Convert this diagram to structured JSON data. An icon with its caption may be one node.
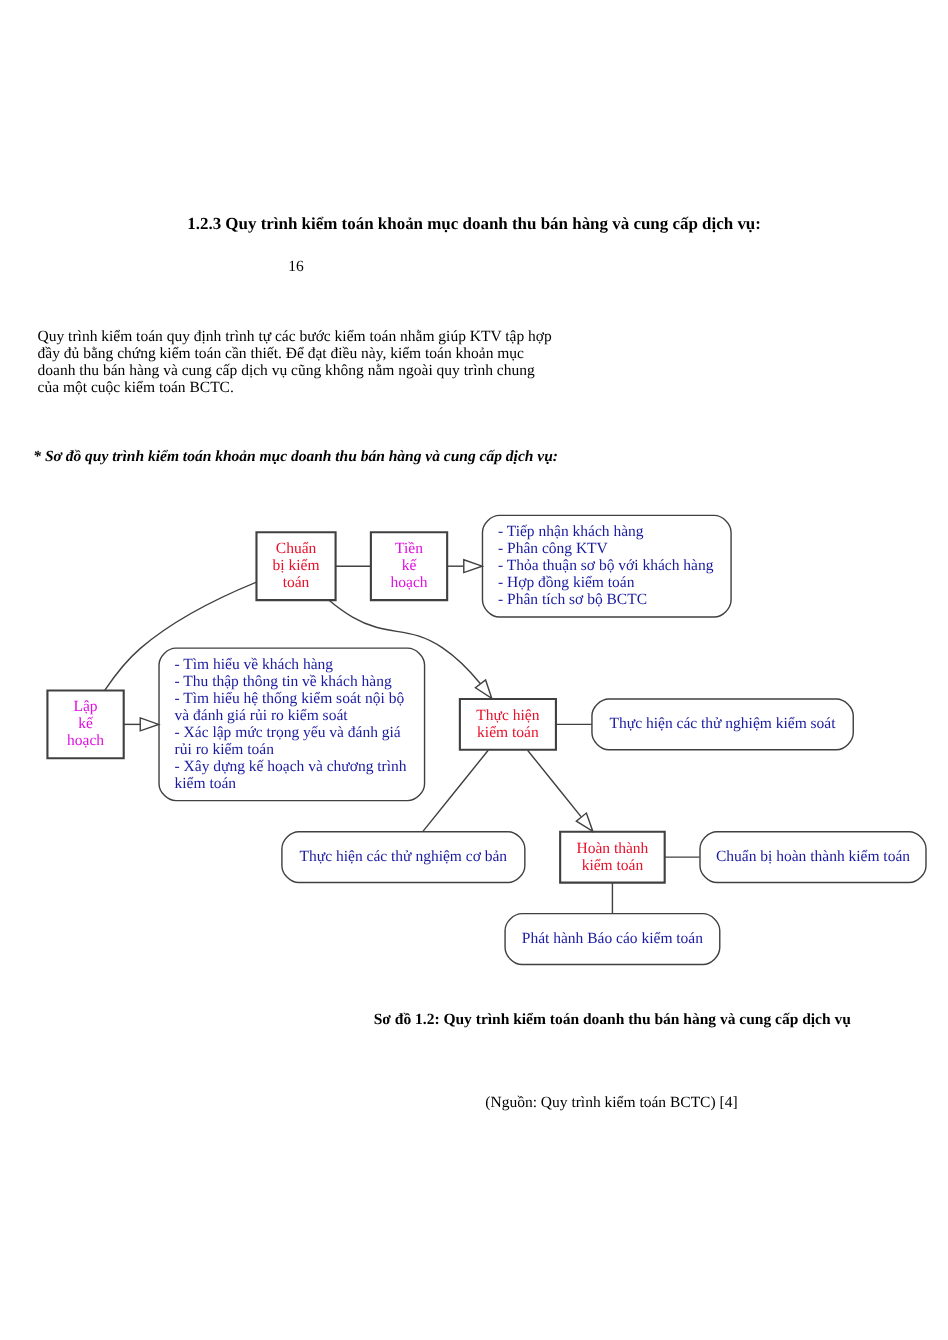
{
  "diagram": {
    "title": "1.2.3 Quy trình kiểm toán khoản mục doanh thu bán hàng và cung cấp dịch vụ:",
    "caption": "Sơ đồ 1.2: Quy trình kiểm toán doanh thu bán hàng và cung cấp dịch vụ",
    "nodes": [
      {
        "text": [
          "Chuẩn bị kiểm toán"
        ]
      },
      {
        "text": [
          "Tiền kế hoạch"
        ]
      },
      {
        "text": [
          "- Tiếp nhận khách hàng",
          "- Phân công KTV",
          "- Thỏa thuận sơ bộ với khách hàng",
          "- Hợp đồng kiểm toán",
          "- Phân tích sơ bộ BCTC"
        ]
      },
      {
        "text": [
          "Lập kế hoạch"
        ]
      },
      {
        "text": [
          "- Tìm hiểu về khách hàng",
          "- Thu thập thông tin về khách hàng",
          "- Tìm hiểu hệ thống kiểm soát nội bộ và đánh giá rủi ro kiểm soát",
          "- Xác lập mức trọng yếu và đánh giá rủi ro kiểm toán",
          "- Xây dựng kế hoạch và chương trình kiểm toán"
        ]
      },
      {
        "text": [
          "Thực hiện kiểm toán"
        ]
      },
      {
        "text": [
          "Thực hiện các thử nghiệm kiểm soát"
        ]
      },
      {
        "text": [
          "Thực hiện các thử nghiệm cơ bản"
        ]
      },
      {
        "text": [
          "Hoàn thành kiểm toán"
        ]
      },
      {
        "text": [
          "Chuẩn bị hoàn thành kiểm toán"
        ]
      },
      {
        "text": [
          "Phát hành Báo cáo kiểm toán"
        ]
      }
    ],
    "edges": [
      {
        "from": 0,
        "to": 1,
        "arrow": "none"
      },
      {
        "from": 0,
        "to": 3,
        "arrow": "none"
      },
      {
        "from": 1,
        "to": 2,
        "arrow": "to"
      },
      {
        "from": 3,
        "to": 4,
        "arrow": "to"
      },
      {
        "from": 0,
        "to": 5,
        "arrow": "to"
      },
      {
        "from": 5,
        "to": 6,
        "arrow": "none"
      },
      {
        "from": 5,
        "to": 7,
        "arrow": "none"
      },
      {
        "from": 5,
        "to": 8,
        "arrow": "to"
      },
      {
        "from": 8,
        "to": 9,
        "arrow": "none"
      },
      {
        "from": 8,
        "to": 10,
        "arrow": "none"
      }
    ],
    "labels": [
      "16",
      "Quy trình kiểm toán quy định trình tự các bước kiểm toán nhằm giúp KTV tập hợp đầy đủ bằng chứng kiểm toán cần thiết. Để đạt điều này, kiểm toán khoản mục doanh thu bán hàng và cung cấp dịch vụ cũng không nằm ngoài quy trình chung của một cuộc kiểm toán BCTC.",
      "* Sơ đồ quy trình kiểm toán khoản mục doanh thu bán hàng và cung cấp dịch vụ:",
      "(Nguồn: Quy trình kiểm toán BCTC) [4]"
    ]
  }
}
